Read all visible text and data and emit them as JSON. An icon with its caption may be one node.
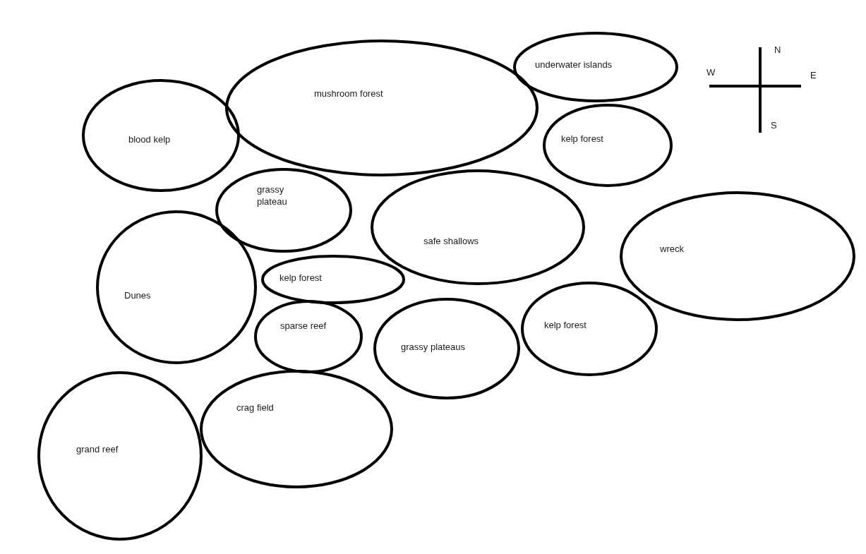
{
  "diagram": {
    "nodes": [
      {
        "text": [
          "underwater islands"
        ]
      },
      {
        "text": [
          "mushroom forest"
        ]
      },
      {
        "text": [
          "blood kelp"
        ]
      },
      {
        "text": [
          "kelp forest"
        ]
      },
      {
        "text": [
          "grassy plateau"
        ]
      },
      {
        "text": [
          "safe shallows"
        ]
      },
      {
        "text": [
          "wreck"
        ]
      },
      {
        "text": [
          "kelp forest"
        ]
      },
      {
        "text": [
          "Dunes"
        ]
      },
      {
        "text": [
          "kelp forest"
        ]
      },
      {
        "text": [
          "sparse reef"
        ]
      },
      {
        "text": [
          "grassy plateaus"
        ]
      },
      {
        "text": [
          "crag field"
        ]
      },
      {
        "text": [
          "grand reef"
        ]
      }
    ],
    "edges": [],
    "labels": [
      "N",
      "W",
      "E",
      "S"
    ]
  }
}
